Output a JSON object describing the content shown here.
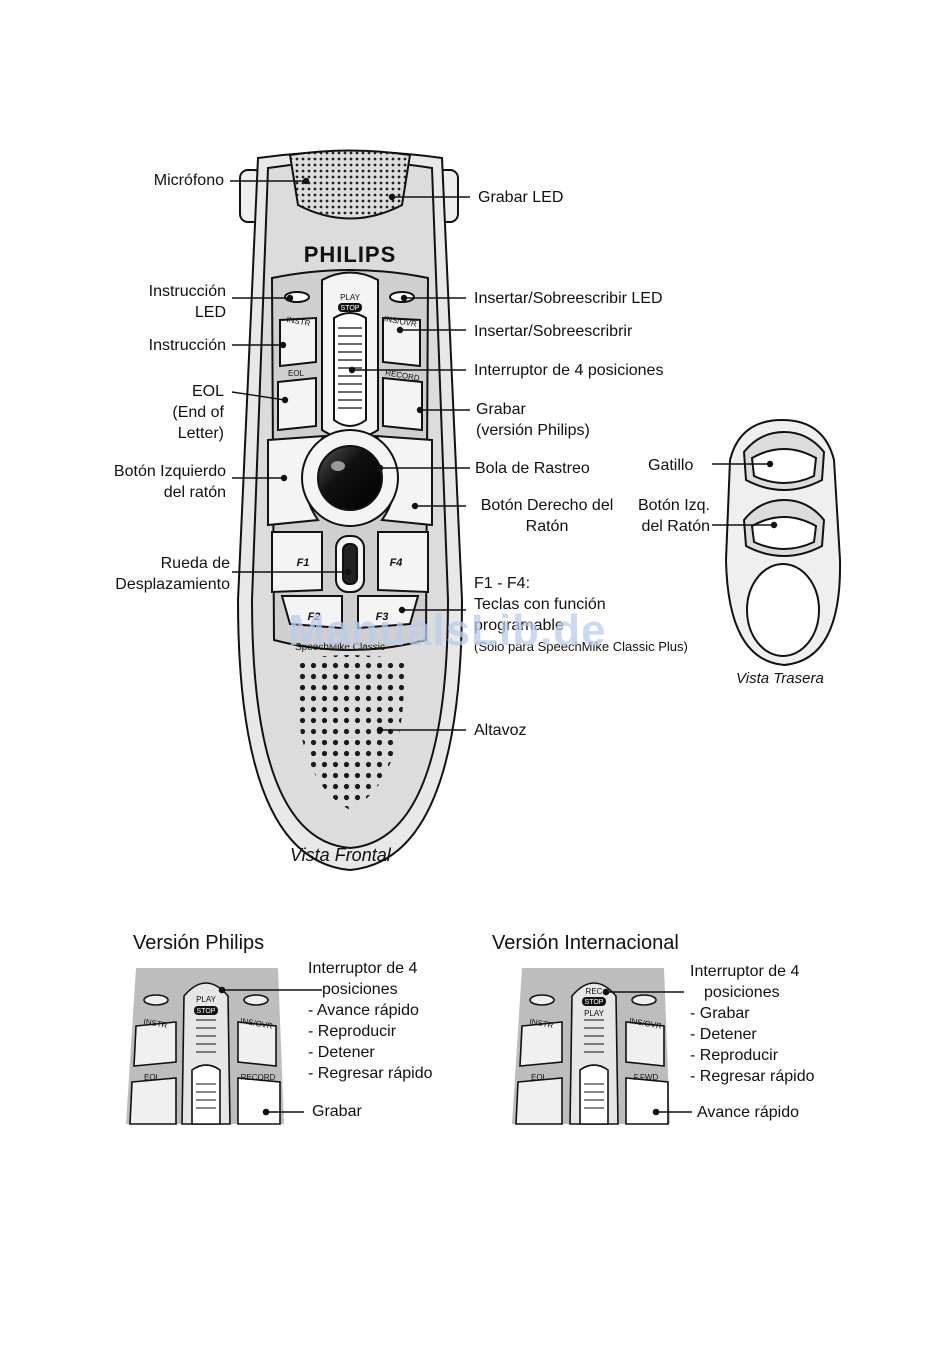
{
  "front": {
    "brand": "PHILIPS",
    "keys": {
      "play": "PLAY",
      "stop": "STOP",
      "instr": "INSTR",
      "insovr": "INS/OVR",
      "eol": "EOL",
      "record": "RECORD",
      "f1": "F1",
      "f2": "F2",
      "f3": "F3",
      "f4": "F4"
    },
    "model_text": "SpeechMike Classic"
  },
  "labels": {
    "microfono": "Micrófono",
    "grabar_led": "Grabar LED",
    "instruccion_led": [
      "Instrucción",
      "LED"
    ],
    "ins_sobre_led": "Insertar/Sobreescribir LED",
    "ins_sobre": "Insertar/Sobreescribrir",
    "instruccion": "Instrucción",
    "interruptor": "Interruptor de 4 posiciones",
    "eol": [
      "EOL",
      "(End of",
      "Letter)"
    ],
    "grabar": [
      "Grabar",
      "(versión Philips)"
    ],
    "boton_izq": [
      "Botón Izquierdo",
      "del ratón"
    ],
    "bola": "Bola de Rastreo",
    "boton_der": [
      "Botón Derecho del",
      "Ratón"
    ],
    "rueda": [
      "Rueda de",
      "Desplazamiento"
    ],
    "f1f4": [
      "F1 - F4:",
      "Teclas con función",
      "programable",
      "(Sólo para SpeechMike Classic Plus)"
    ],
    "altavoz": "Altavoz",
    "gatillo": "Gatillo",
    "boton_izq_raton": [
      "Botón Izq.",
      "del Ratón"
    ],
    "vista_trasera": "Vista Trasera",
    "vista_frontal": "Vista Frontal"
  },
  "philips_version": {
    "title": "Versión Philips",
    "switch_labels": [
      "Interruptor de 4",
      "posiciones",
      "- Avance rápido",
      "- Reproducir",
      "- Detener",
      "- Regresar rápido"
    ],
    "button_label": "Grabar",
    "keys": {
      "play": "PLAY",
      "stop": "STOP",
      "instr": "INSTR",
      "insovr": "INS/OVR",
      "eol": "EOL",
      "btn": "RECORD"
    }
  },
  "international_version": {
    "title": "Versión Internacional",
    "switch_labels": [
      "Interruptor de 4",
      "posiciones",
      "- Grabar",
      "- Detener",
      "- Reproducir",
      "- Regresar rápido"
    ],
    "button_label": "Avance rápido",
    "keys": {
      "rec": "REC",
      "stop": "STOP",
      "play": "PLAY",
      "instr": "INSTR",
      "insovr": "INS/OVR",
      "eol": "EOL",
      "btn": "F.FWD"
    }
  },
  "watermark": "ManualsLib.de"
}
